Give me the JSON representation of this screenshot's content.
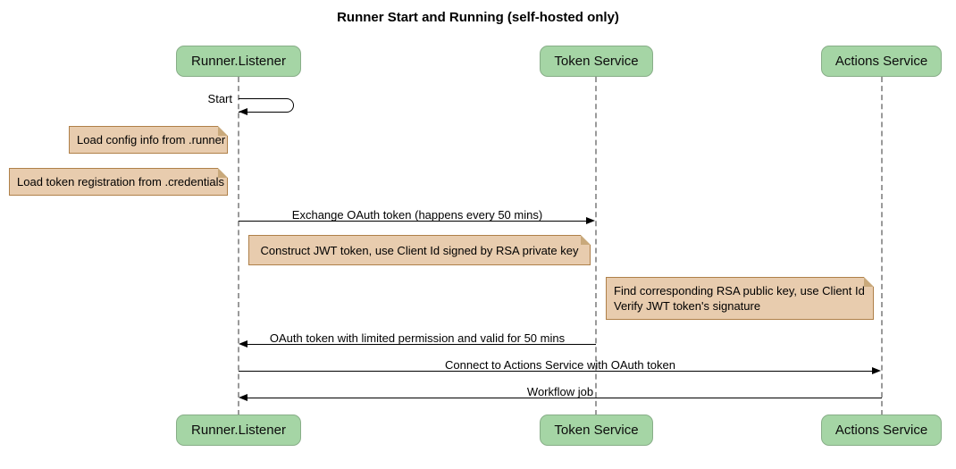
{
  "diagram": {
    "type": "sequence",
    "title": "Runner Start and Running (self-hosted only)"
  },
  "participants": [
    {
      "name": "Runner.Listener"
    },
    {
      "name": "Token Service"
    },
    {
      "name": "Actions Service"
    }
  ],
  "messages": {
    "start": {
      "label": "Start",
      "from": "Runner.Listener",
      "to": "Runner.Listener",
      "style": "self"
    },
    "exchange": {
      "label": "Exchange OAuth token (happens every 50 mins)",
      "from": "Runner.Listener",
      "to": "Token Service"
    },
    "oauth_return": {
      "label": "OAuth token with limited permission and valid for 50 mins",
      "from": "Token Service",
      "to": "Runner.Listener"
    },
    "connect": {
      "label": "Connect to Actions Service with OAuth token",
      "from": "Runner.Listener",
      "to": "Actions Service"
    },
    "workflow": {
      "label": "Workflow job",
      "from": "Actions Service",
      "to": "Runner.Listener"
    }
  },
  "notes": {
    "config": {
      "text": "Load config info from .runner"
    },
    "credentials": {
      "text": "Load token registration from .credentials"
    },
    "jwt": {
      "text": "Construct JWT token, use Client Id signed by RSA private key"
    },
    "verify": {
      "lines": [
        "Find corresponding RSA public key, use Client Id",
        "Verify JWT token's signature"
      ]
    }
  },
  "colors": {
    "participant_fill": "#A5D5A5",
    "participant_border": "#88AE88",
    "note_fill": "#E8CCAE",
    "note_border": "#AF8049",
    "lifeline": "#9A9A9A",
    "message_line": "#000000",
    "background": "#FFFFFF"
  }
}
